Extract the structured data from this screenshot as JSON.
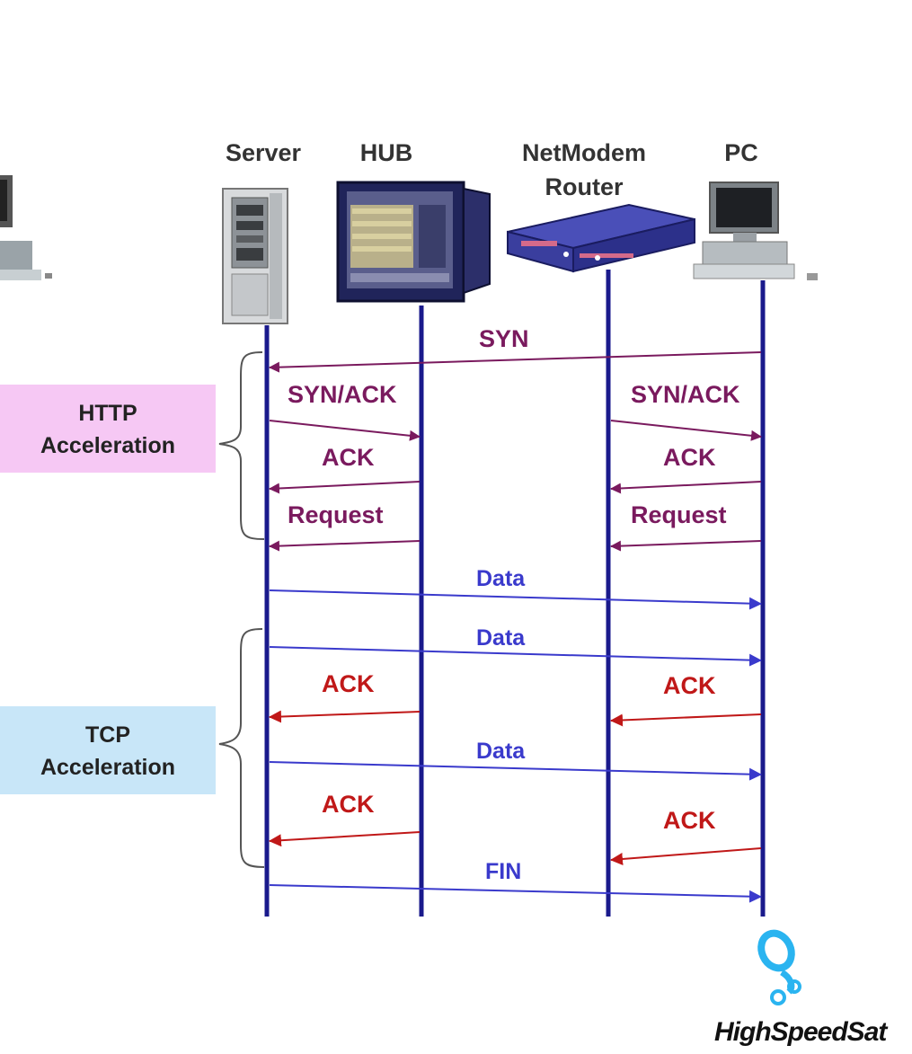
{
  "devices": {
    "server": "Server",
    "hub": "HUB",
    "router_line1": "NetModem",
    "router_line2": "Router",
    "pc": "PC"
  },
  "groups": {
    "http_line1": "HTTP",
    "http_line2": "Acceleration",
    "tcp_line1": "TCP",
    "tcp_line2": "Acceleration"
  },
  "messages": {
    "syn": "SYN",
    "synack_left": "SYN/ACK",
    "synack_right": "SYN/ACK",
    "ack_left": "ACK",
    "ack_right": "ACK",
    "request_left": "Request",
    "request_right": "Request",
    "data1": "Data",
    "data2": "Data",
    "ack2_left": "ACK",
    "ack2_right": "ACK",
    "data3": "Data",
    "ack3_left": "ACK",
    "ack3_right": "ACK",
    "fin": "FIN"
  },
  "logo": {
    "text": "HighSpeedSat"
  },
  "colors": {
    "lifeline": "#1a1a8c",
    "handshake": "#7a1a5e",
    "data": "#3a3acc",
    "ack": "#c01818",
    "http_box": "#f6c8f4",
    "tcp_box": "#c8e6f8",
    "logo": "#2ab4f0"
  }
}
